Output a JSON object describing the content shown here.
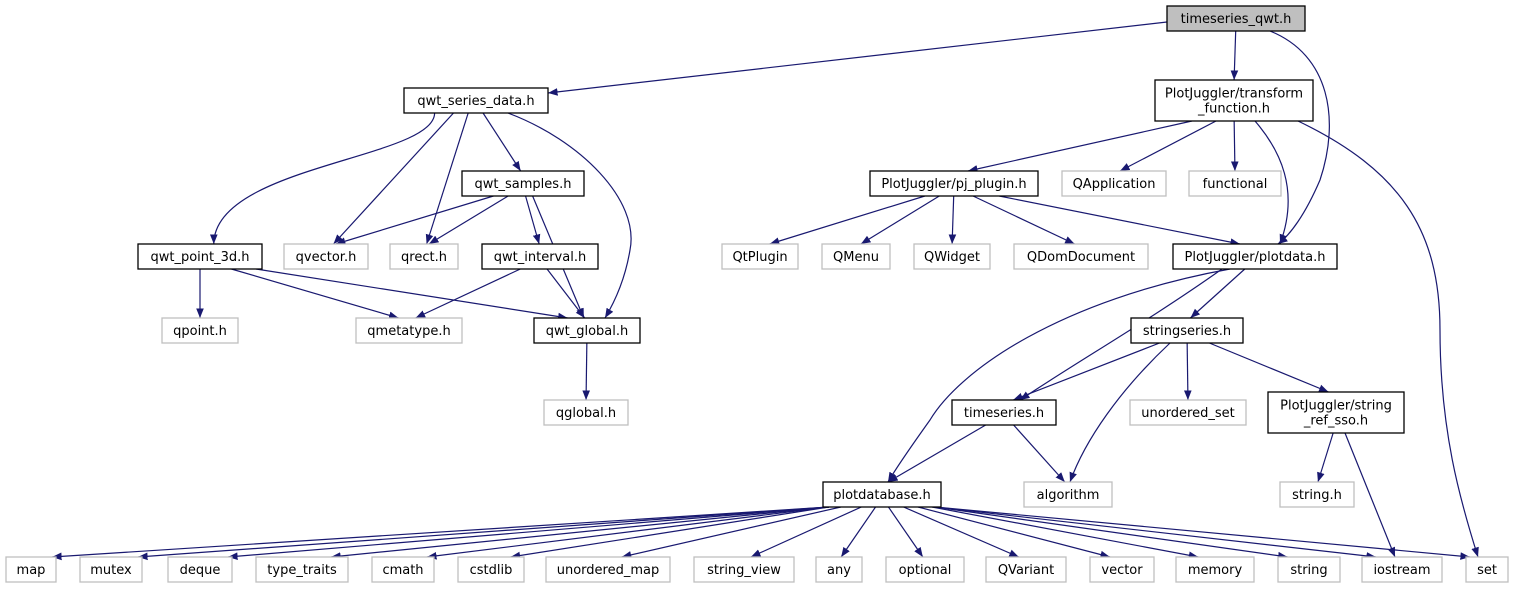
{
  "diagram": {
    "root": "timeseries_qwt.h",
    "nodes": [
      {
        "id": "n_root",
        "label": "timeseries_qwt.h",
        "kind": "root"
      },
      {
        "id": "n_qsd",
        "label": "qwt_series_data.h",
        "kind": "file"
      },
      {
        "id": "n_tf",
        "label": "PlotJuggler/transform\n_function.h",
        "kind": "file"
      },
      {
        "id": "n_qs",
        "label": "qwt_samples.h",
        "kind": "file"
      },
      {
        "id": "n_qp3d",
        "label": "qwt_point_3d.h",
        "kind": "file"
      },
      {
        "id": "n_qvector",
        "label": "qvector.h",
        "kind": "external"
      },
      {
        "id": "n_qrect",
        "label": "qrect.h",
        "kind": "external"
      },
      {
        "id": "n_qi",
        "label": "qwt_interval.h",
        "kind": "file"
      },
      {
        "id": "n_qpoint",
        "label": "qpoint.h",
        "kind": "external"
      },
      {
        "id": "n_qmeta",
        "label": "qmetatype.h",
        "kind": "external"
      },
      {
        "id": "n_qg",
        "label": "qwt_global.h",
        "kind": "file"
      },
      {
        "id": "n_qglobal",
        "label": "qglobal.h",
        "kind": "external"
      },
      {
        "id": "n_pjp",
        "label": "PlotJuggler/pj_plugin.h",
        "kind": "file"
      },
      {
        "id": "n_qapp",
        "label": "QApplication",
        "kind": "external"
      },
      {
        "id": "n_func",
        "label": "functional",
        "kind": "external"
      },
      {
        "id": "n_qtplugin",
        "label": "QtPlugin",
        "kind": "external"
      },
      {
        "id": "n_qmenu",
        "label": "QMenu",
        "kind": "external"
      },
      {
        "id": "n_qwidget",
        "label": "QWidget",
        "kind": "external"
      },
      {
        "id": "n_qdom",
        "label": "QDomDocument",
        "kind": "external"
      },
      {
        "id": "n_pd",
        "label": "PlotJuggler/plotdata.h",
        "kind": "file"
      },
      {
        "id": "n_ss",
        "label": "stringseries.h",
        "kind": "file"
      },
      {
        "id": "n_ts",
        "label": "timeseries.h",
        "kind": "file"
      },
      {
        "id": "n_uset",
        "label": "unordered_set",
        "kind": "external"
      },
      {
        "id": "n_sso",
        "label": "PlotJuggler/string\n_ref_sso.h",
        "kind": "file"
      },
      {
        "id": "n_pdb",
        "label": "plotdatabase.h",
        "kind": "file"
      },
      {
        "id": "n_alg",
        "label": "algorithm",
        "kind": "external"
      },
      {
        "id": "n_strh",
        "label": "string.h",
        "kind": "external"
      },
      {
        "id": "n_map",
        "label": "map",
        "kind": "external"
      },
      {
        "id": "n_mutex",
        "label": "mutex",
        "kind": "external"
      },
      {
        "id": "n_deque",
        "label": "deque",
        "kind": "external"
      },
      {
        "id": "n_tt",
        "label": "type_traits",
        "kind": "external"
      },
      {
        "id": "n_cmath",
        "label": "cmath",
        "kind": "external"
      },
      {
        "id": "n_cstdlib",
        "label": "cstdlib",
        "kind": "external"
      },
      {
        "id": "n_umap",
        "label": "unordered_map",
        "kind": "external"
      },
      {
        "id": "n_sv",
        "label": "string_view",
        "kind": "external"
      },
      {
        "id": "n_any",
        "label": "any",
        "kind": "external"
      },
      {
        "id": "n_opt",
        "label": "optional",
        "kind": "external"
      },
      {
        "id": "n_qvar",
        "label": "QVariant",
        "kind": "external"
      },
      {
        "id": "n_vector",
        "label": "vector",
        "kind": "external"
      },
      {
        "id": "n_memory",
        "label": "memory",
        "kind": "external"
      },
      {
        "id": "n_string",
        "label": "string",
        "kind": "external"
      },
      {
        "id": "n_iostream",
        "label": "iostream",
        "kind": "external"
      },
      {
        "id": "n_set",
        "label": "set",
        "kind": "external"
      }
    ],
    "edges": [
      [
        "n_root",
        "n_qsd"
      ],
      [
        "n_root",
        "n_tf"
      ],
      [
        "n_root",
        "n_pd"
      ],
      [
        "n_qsd",
        "n_qs"
      ],
      [
        "n_qsd",
        "n_qp3d"
      ],
      [
        "n_qsd",
        "n_qvector"
      ],
      [
        "n_qsd",
        "n_qrect"
      ],
      [
        "n_qsd",
        "n_qg"
      ],
      [
        "n_qs",
        "n_qvector"
      ],
      [
        "n_qs",
        "n_qrect"
      ],
      [
        "n_qs",
        "n_qi"
      ],
      [
        "n_qs",
        "n_qg"
      ],
      [
        "n_qp3d",
        "n_qpoint"
      ],
      [
        "n_qp3d",
        "n_qmeta"
      ],
      [
        "n_qp3d",
        "n_qg"
      ],
      [
        "n_qi",
        "n_qmeta"
      ],
      [
        "n_qi",
        "n_qg"
      ],
      [
        "n_qg",
        "n_qglobal"
      ],
      [
        "n_tf",
        "n_pjp"
      ],
      [
        "n_tf",
        "n_qapp"
      ],
      [
        "n_tf",
        "n_func"
      ],
      [
        "n_tf",
        "n_pd"
      ],
      [
        "n_tf",
        "n_set"
      ],
      [
        "n_pjp",
        "n_qtplugin"
      ],
      [
        "n_pjp",
        "n_qmenu"
      ],
      [
        "n_pjp",
        "n_qwidget"
      ],
      [
        "n_pjp",
        "n_qdom"
      ],
      [
        "n_pjp",
        "n_pd"
      ],
      [
        "n_pd",
        "n_ss"
      ],
      [
        "n_pd",
        "n_ts"
      ],
      [
        "n_pd",
        "n_pdb"
      ],
      [
        "n_ss",
        "n_ts"
      ],
      [
        "n_ss",
        "n_uset"
      ],
      [
        "n_ss",
        "n_alg"
      ],
      [
        "n_ss",
        "n_sso"
      ],
      [
        "n_ts",
        "n_pdb"
      ],
      [
        "n_ts",
        "n_alg"
      ],
      [
        "n_sso",
        "n_strh"
      ],
      [
        "n_sso",
        "n_iostream"
      ],
      [
        "n_pdb",
        "n_map"
      ],
      [
        "n_pdb",
        "n_mutex"
      ],
      [
        "n_pdb",
        "n_deque"
      ],
      [
        "n_pdb",
        "n_tt"
      ],
      [
        "n_pdb",
        "n_cmath"
      ],
      [
        "n_pdb",
        "n_cstdlib"
      ],
      [
        "n_pdb",
        "n_umap"
      ],
      [
        "n_pdb",
        "n_sv"
      ],
      [
        "n_pdb",
        "n_any"
      ],
      [
        "n_pdb",
        "n_opt"
      ],
      [
        "n_pdb",
        "n_qvar"
      ],
      [
        "n_pdb",
        "n_vector"
      ],
      [
        "n_pdb",
        "n_memory"
      ],
      [
        "n_pdb",
        "n_string"
      ],
      [
        "n_pdb",
        "n_iostream"
      ],
      [
        "n_pdb",
        "n_set"
      ]
    ],
    "colors": {
      "edge": "#191970",
      "file_border": "#000000",
      "external_border": "#bfbfbf",
      "external_text": "#000000",
      "root_fill": "#bfbfbf",
      "node_fill": "#ffffff"
    }
  }
}
